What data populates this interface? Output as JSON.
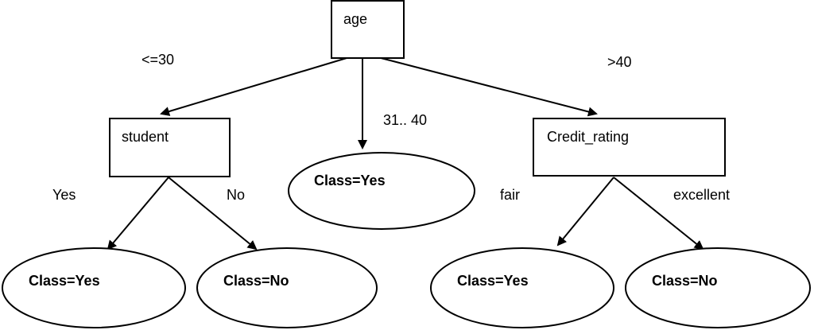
{
  "nodes": {
    "age": "age",
    "student": "student",
    "credit_rating": "Credit_rating"
  },
  "leaves": {
    "middle": "Class=Yes",
    "student_yes": "Class=Yes",
    "student_no": "Class=No",
    "credit_fair": "Class=Yes",
    "credit_excellent": "Class=No"
  },
  "edge_labels": {
    "age_le30": "<=30",
    "age_31_40": "31.. 40",
    "age_gt40": ">40",
    "student_yes": "Yes",
    "student_no": "No",
    "credit_fair": "fair",
    "credit_excellent": "excellent"
  },
  "colors": {
    "stroke": "#000000",
    "background": "#ffffff"
  }
}
